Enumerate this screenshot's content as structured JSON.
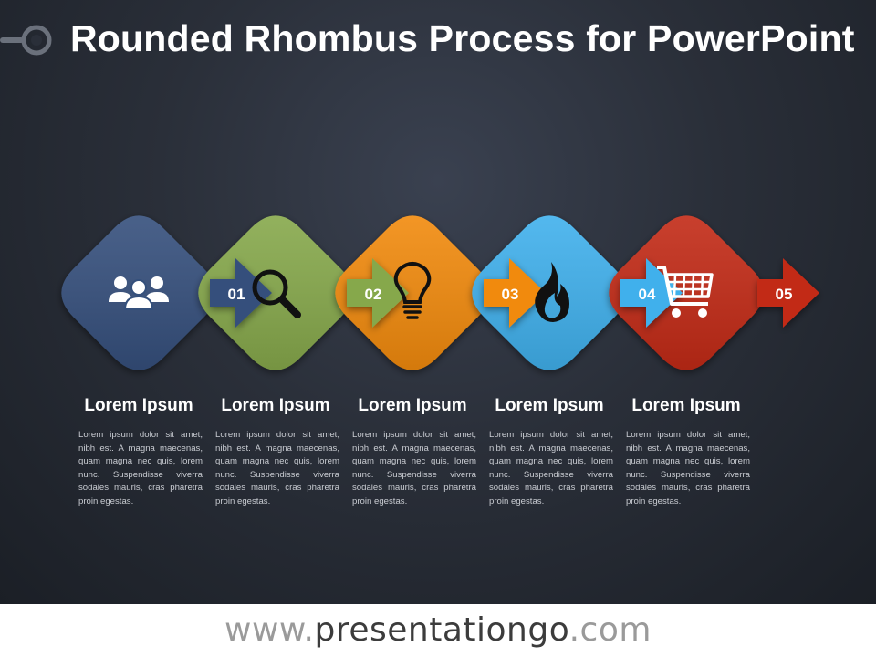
{
  "title": "Rounded Rhombus Process for PowerPoint",
  "steps": [
    {
      "number": "01",
      "heading": "Lorem Ipsum",
      "icon": "people-icon",
      "color": "#34507c",
      "text": "Lorem ipsum dolor sit amet, nibh est. A magna maecenas, quam magna nec quis, lorem nunc. Suspendisse viverra sodales mauris, cras pharetra proin egestas."
    },
    {
      "number": "02",
      "heading": "Lorem Ipsum",
      "icon": "magnifier-icon",
      "color": "#86a84c",
      "text": "Lorem ipsum dolor sit amet, nibh est. A magna maecenas, quam magna nec quis, lorem nunc. Suspendisse viverra sodales mauris, cras pharetra proin egestas."
    },
    {
      "number": "03",
      "heading": "Lorem Ipsum",
      "icon": "lightbulb-icon",
      "color": "#f18a0c",
      "text": "Lorem ipsum dolor sit amet, nibh est. A magna maecenas, quam magna nec quis, lorem nunc. Suspendisse viverra sodales mauris, cras pharetra proin egestas."
    },
    {
      "number": "04",
      "heading": "Lorem Ipsum",
      "icon": "flame-icon",
      "color": "#3fb0ec",
      "text": "Lorem ipsum dolor sit amet, nibh est. A magna maecenas, quam magna nec quis, lorem nunc. Suspendisse viverra sodales mauris, cras pharetra proin egestas."
    },
    {
      "number": "05",
      "heading": "Lorem Ipsum",
      "icon": "shopping-cart-icon",
      "color": "#c22a18",
      "text": "Lorem ipsum dolor sit amet, nibh est. A magna maecenas, quam magna nec quis, lorem nunc. Suspendisse viverra sodales mauris, cras pharetra proin egestas."
    }
  ],
  "footer": {
    "prefix": "www.",
    "brand": "presentationgo",
    "suffix": ".com"
  }
}
